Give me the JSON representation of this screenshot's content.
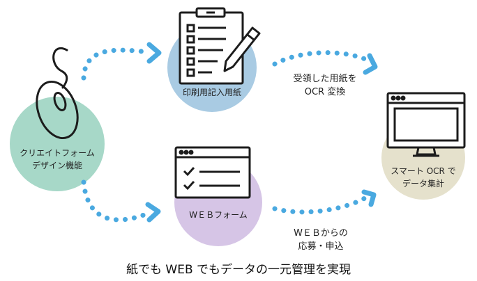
{
  "nodes": {
    "form_design": {
      "line1": "クリエイトフォーム",
      "line2": "デザイン機能",
      "color": "#a7d8c8"
    },
    "paper_form": {
      "label": "印刷用記入用紙",
      "color": "#a9cbe3"
    },
    "web_form": {
      "label": "WＥＢフォーム",
      "color": "#d6c5e6"
    },
    "smart_ocr": {
      "line1": "スマート OCR で",
      "line2": "データ集計",
      "color": "#e5e1cc"
    }
  },
  "arrows": {
    "ocr": {
      "line1": "受領した用紙を",
      "line2": "OCR 変換"
    },
    "web": {
      "line1": "WＥＢからの",
      "line2": "応募・申込"
    },
    "color": "#4aa9e0"
  },
  "footer": "紙でも WEB でもデータの一元管理を実現"
}
